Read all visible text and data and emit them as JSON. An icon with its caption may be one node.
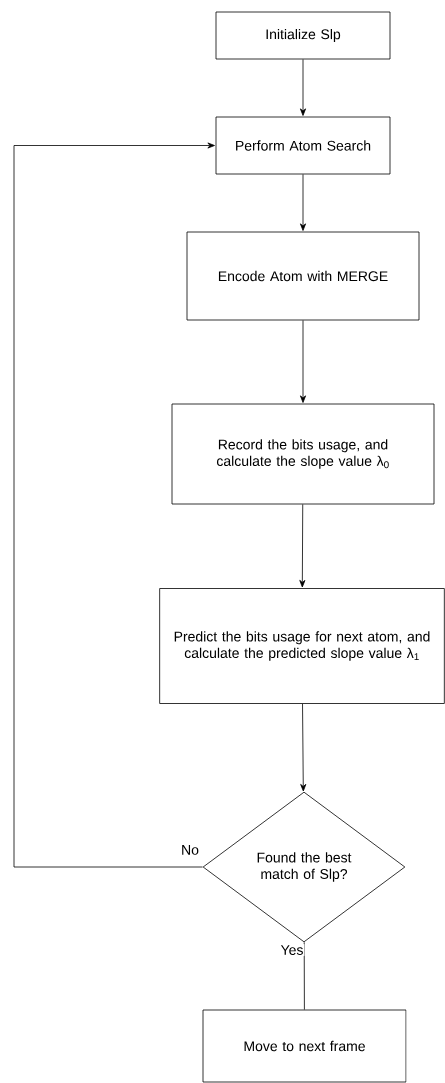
{
  "diagram": {
    "nodes": [
      {
        "text": [
          "Initialize Slp"
        ]
      },
      {
        "text": [
          "Perform Atom Search"
        ]
      },
      {
        "text": [
          "Encode Atom with MERGE"
        ]
      },
      {
        "text": [
          "Record the bits usage, and calculate the slope value λ$_{0}$"
        ]
      },
      {
        "text": [
          "Predict the bits usage for next atom, and calculate the predicted slope value  λ$_{1}$"
        ]
      },
      {
        "text": [
          "Found the best match of Slp?"
        ]
      },
      {
        "text": [
          "Move to next frame"
        ]
      }
    ],
    "edges": [
      {
        "from": 0,
        "to": 1,
        "arrow": "to"
      },
      {
        "from": 1,
        "to": 2,
        "arrow": "to"
      },
      {
        "from": 2,
        "to": 3,
        "arrow": "to"
      },
      {
        "from": 3,
        "to": 4,
        "arrow": "to"
      },
      {
        "from": 4,
        "to": 5,
        "arrow": "to"
      },
      {
        "from": 5,
        "to": 1,
        "arrow": "to",
        "label": "No"
      },
      {
        "from": 5,
        "to": 6,
        "arrow": "none",
        "label": "Yes"
      }
    ]
  }
}
